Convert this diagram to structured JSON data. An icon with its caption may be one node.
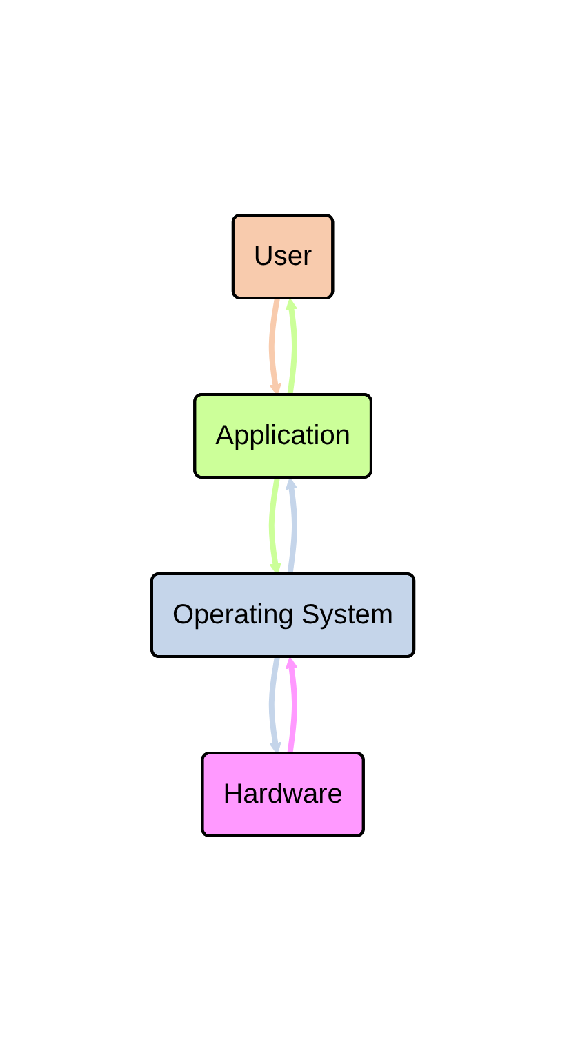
{
  "diagram": {
    "nodes": [
      {
        "text": [
          "User"
        ]
      },
      {
        "text": [
          "Application"
        ]
      },
      {
        "text": [
          "Operating System"
        ]
      },
      {
        "text": [
          "Hardware"
        ]
      }
    ],
    "edges": [
      {
        "from": 0,
        "to": 1,
        "arrow": "to",
        "color": "#f8cbad"
      },
      {
        "from": 1,
        "to": 0,
        "arrow": "to",
        "color": "#ccff99"
      },
      {
        "from": 1,
        "to": 2,
        "arrow": "to",
        "color": "#ccff99"
      },
      {
        "from": 2,
        "to": 1,
        "arrow": "to",
        "color": "#c5d5ea"
      },
      {
        "from": 2,
        "to": 3,
        "arrow": "to",
        "color": "#c5d5ea"
      },
      {
        "from": 3,
        "to": 2,
        "arrow": "to",
        "color": "#ff99ff"
      }
    ]
  }
}
